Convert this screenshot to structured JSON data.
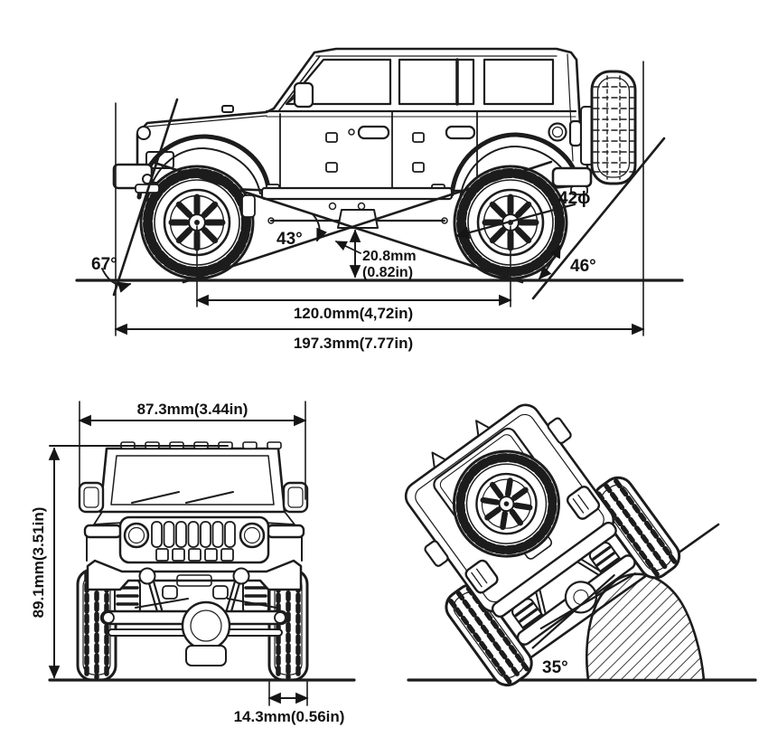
{
  "colors": {
    "background": "#ffffff",
    "ink": "#1c1c1c"
  },
  "side": {
    "approach_angle_label": "67°",
    "breakover_angle_label": "43°",
    "departure_angle_label": "46°",
    "tire_diameter_label": "42ϕ",
    "ground_clearance_mm": "20.8mm",
    "ground_clearance_in": "(0.82in)",
    "wheelbase_label": "120.0mm(4,72in)",
    "overall_length_label": "197.3mm(7.77in)"
  },
  "front": {
    "overall_width_label": "87.3mm(3.44in)",
    "overall_height_label": "89.1mm(3.51in)",
    "tire_width_label": "14.3mm(0.56in)"
  },
  "tilted": {
    "side_tilt_angle_label": "35°"
  }
}
